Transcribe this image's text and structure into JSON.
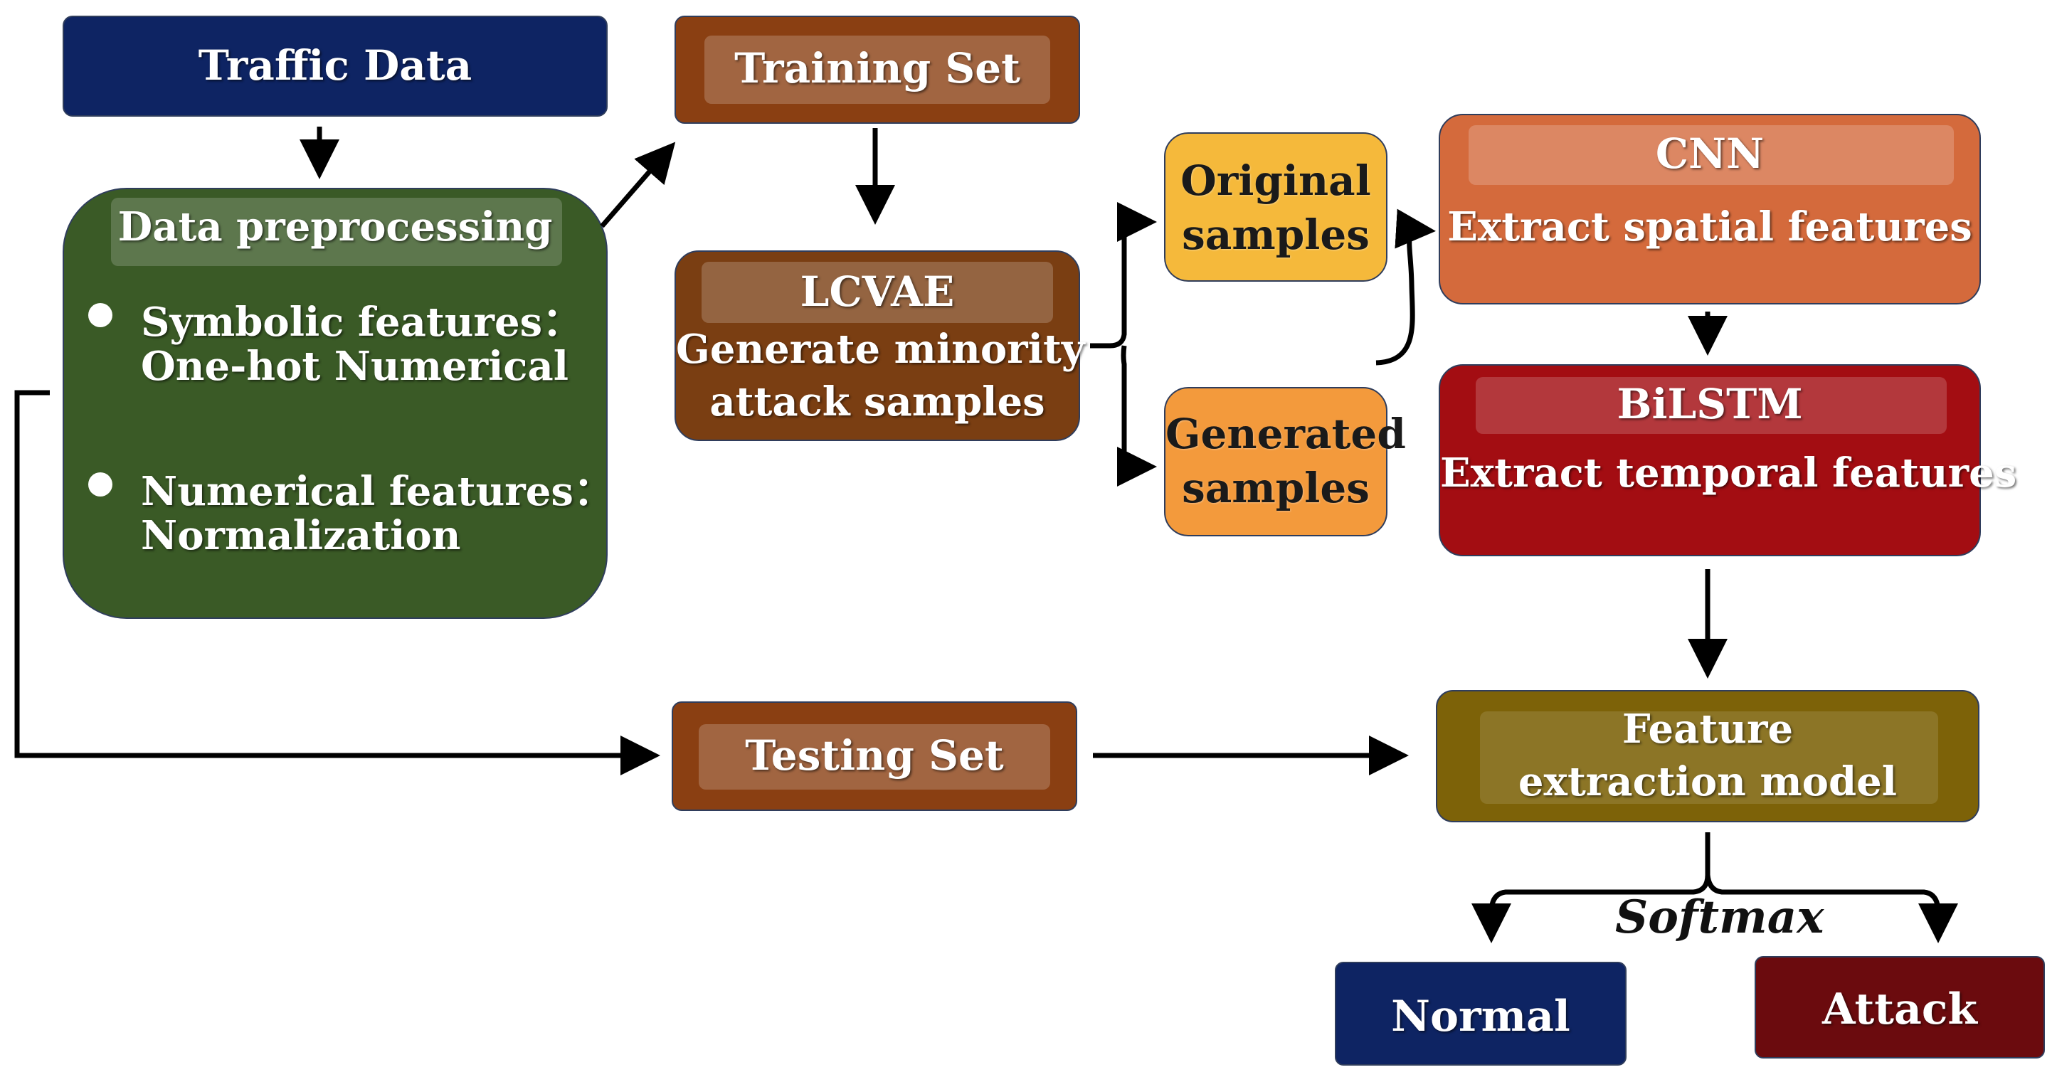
{
  "nodes": {
    "traffic_data": {
      "label": "Traffic Data"
    },
    "preprocessing": {
      "title": "Data preprocessing",
      "symbolic_line1": "Symbolic features：",
      "symbolic_line2": "One-hot  Numerical",
      "numerical_line1": "Numerical features：",
      "numerical_line2": "Normalization"
    },
    "training_set": {
      "label": "Training Set"
    },
    "lcvae": {
      "title": "LCVAE",
      "line1": "Generate minority",
      "line2": "attack samples"
    },
    "original_samples": {
      "line1": "Original",
      "line2": "samples"
    },
    "generated_samples": {
      "line1": "Generated",
      "line2": "samples"
    },
    "cnn": {
      "title": "CNN",
      "subtitle": "Extract spatial features"
    },
    "bilstm": {
      "title": "BiLSTM",
      "subtitle": "Extract temporal features"
    },
    "testing_set": {
      "label": "Testing Set"
    },
    "feature_model": {
      "line1": "Feature",
      "line2": "extraction model"
    },
    "normal": {
      "label": "Normal"
    },
    "attack": {
      "label": "Attack"
    }
  },
  "softmax_label": "Softmax",
  "colors": {
    "navy": "#0e2463",
    "green": "#3a5a26",
    "brown": "#8a3f12",
    "dark_brown": "#7a3e12",
    "yellow": "#f5b93b",
    "orange": "#f39a3c",
    "cnn_orange": "#d46a3c",
    "bilstm_red": "#a30d12",
    "olive": "#7d6208",
    "maroon": "#6b0b0e"
  }
}
